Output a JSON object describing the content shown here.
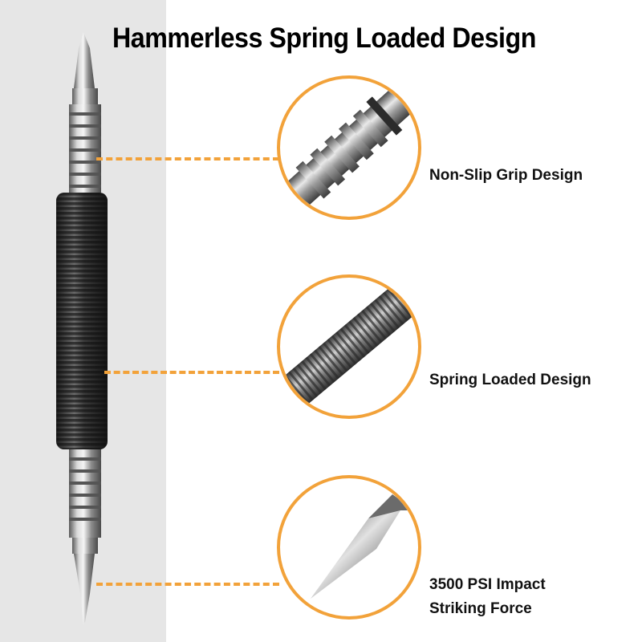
{
  "title": "Hammerless Spring Loaded Design",
  "callouts": [
    {
      "label": "Non-Slip Grip Design",
      "icon": "grip-closeup-icon"
    },
    {
      "label": "Spring Loaded Design",
      "icon": "spring-closeup-icon"
    },
    {
      "label_line1": "3500 PSI Impact",
      "label_line2": "Striking Force",
      "icon": "tip-closeup-icon"
    }
  ],
  "colors": {
    "accent": "#f2a23a",
    "panel": "#e6e6e6",
    "text": "#111111"
  }
}
